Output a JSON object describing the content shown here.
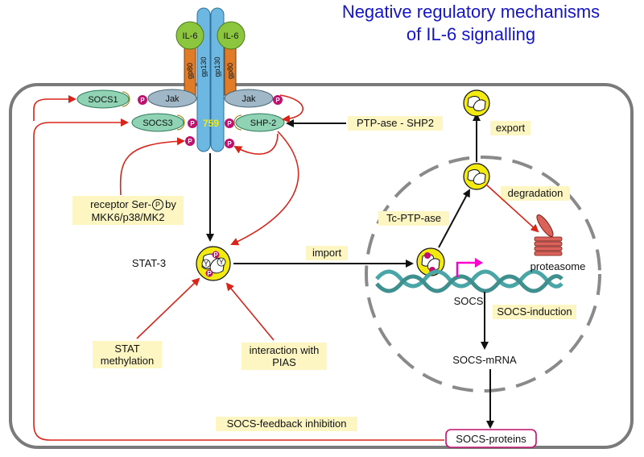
{
  "title": {
    "line1": "Negative regulatory mechanisms",
    "line2": "of IL-6 signalling"
  },
  "receptor": {
    "il6_left": "IL-6",
    "il6_right": "IL-6",
    "gp80_left": "gp80",
    "gp80_right": "gp80",
    "gp130_left": "gp130",
    "gp130_right": "gp130",
    "site_759": "759"
  },
  "proteins": {
    "socs1": "SOCS1",
    "socs3": "SOCS3",
    "jak_left": "Jak",
    "jak_right": "Jak",
    "shp2": "SHP-2",
    "stat3": "STAT-3",
    "p": "P",
    "y": "Y"
  },
  "labels": {
    "ptpase_shp2": "PTP-ase - SHP2",
    "receptor_ser_line1": "receptor Ser-",
    "receptor_ser_circle": "P",
    "receptor_ser_suffix": "by",
    "receptor_ser_line2": "MKK6/p38/MK2",
    "import": "import",
    "export": "export",
    "degradation": "degradation",
    "tcptpase": "Tc-PTP-ase",
    "proteasome": "proteasome",
    "socs_gene": "SOCS",
    "socs_induction": "SOCS-induction",
    "socs_mrna": "SOCS-mRNA",
    "stat_methylation_line1": "STAT",
    "stat_methylation_line2": "methylation",
    "pias_line1": "interaction with",
    "pias_line2": "PIAS",
    "feedback": "SOCS-feedback inhibition",
    "socs_proteins": "SOCS-proteins"
  },
  "colors": {
    "title": "#1414c8",
    "gp130": "#6db8e3",
    "gp80": "#e07b28",
    "il6": "#8cc63f",
    "socs": "#8fd3b4",
    "jak": "#9fb7c6",
    "phospho": "#c0106e",
    "stat": "#f2ea10",
    "label_box": "#fdf6c3",
    "red_arrow": "#d9241a",
    "dna": "#4aa6a6",
    "proteasome": "#d9625a",
    "socs_proteins_border": "#c0106e"
  }
}
